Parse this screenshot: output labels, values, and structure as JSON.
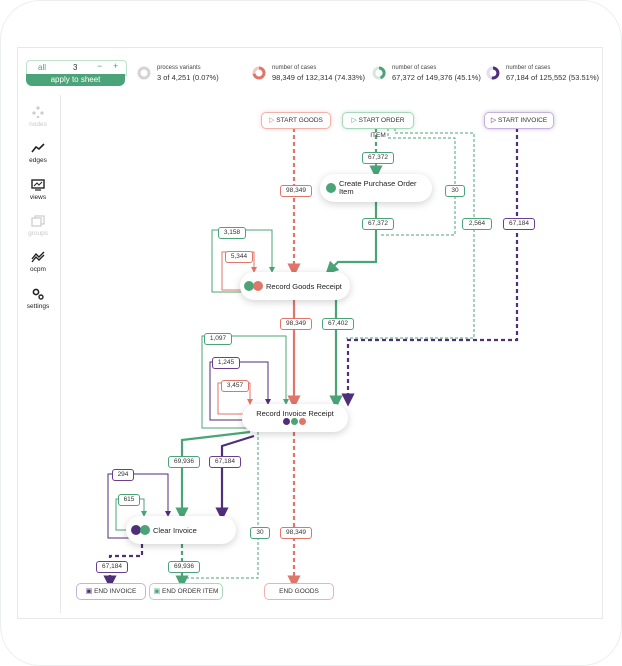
{
  "control": {
    "all_label": "all",
    "value": "3",
    "minus": "−",
    "plus": "+",
    "apply": "apply to sheet"
  },
  "stats": [
    {
      "label": "process variants",
      "value": "3 of 4,251 (0.07%)",
      "color": "#cfcfcf",
      "fill": 0.0007
    },
    {
      "label": "number of cases",
      "value": "98,349 of 132,314 (74.33%)",
      "color": "#e0766a",
      "fill": 0.7433
    },
    {
      "label": "number of cases",
      "value": "67,372 of 149,376 (45.1%)",
      "color": "#4ba477",
      "fill": 0.451
    },
    {
      "label": "number of cases",
      "value": "67,184 of 125,552 (53.51%)",
      "color": "#4f2e7a",
      "fill": 0.5351
    }
  ],
  "sidebar": [
    {
      "label": "nodes",
      "icon": "nodes-icon",
      "active": false
    },
    {
      "label": "edges",
      "icon": "edges-icon",
      "active": true
    },
    {
      "label": "views",
      "icon": "views-icon",
      "active": true
    },
    {
      "label": "groups",
      "icon": "groups-icon",
      "active": false
    },
    {
      "label": "ocpm",
      "icon": "ocpm-icon",
      "active": true
    },
    {
      "label": "settings",
      "icon": "settings-icon",
      "active": true
    }
  ],
  "start_tags": {
    "goods": "START GOODS",
    "order_item": "START ORDER ITEM",
    "invoice": "START INVOICE"
  },
  "end_tags": {
    "invoice": "END INVOICE",
    "order_item": "END ORDER ITEM",
    "goods": "END GOODS"
  },
  "nodes": {
    "create_po": "Create Purchase Order Item",
    "record_goods": "Record Goods Receipt",
    "record_invoice": "Record Invoice Receipt",
    "clear_invoice": "Clear Invoice"
  },
  "edge_labels": {
    "e_67372_a": "67,372",
    "e_98349_a": "98,349",
    "e_30_a": "30",
    "e_67372_b": "67,372",
    "e_2564": "2,564",
    "e_67184_a": "67,184",
    "e_3158": "3,158",
    "e_5344": "5,344",
    "e_98349_b": "98,349",
    "e_67402": "67,402",
    "e_1097": "1,097",
    "e_1245": "1,245",
    "e_3457": "3,457",
    "e_69936_a": "69,936",
    "e_67184_b": "67,184",
    "e_294": "294",
    "e_615": "615",
    "e_30_b": "30",
    "e_98349_c": "98,349",
    "e_67184_c": "67,184",
    "e_69936_b": "69,936"
  },
  "colors": {
    "green": "#4ba477",
    "red": "#e0766a",
    "purple": "#4f2e7a"
  }
}
